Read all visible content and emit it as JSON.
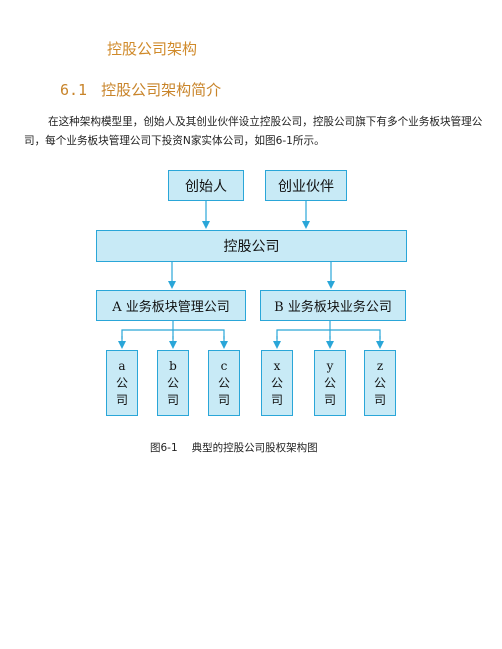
{
  "doc": {
    "title": "控股公司架构",
    "section_number": "6.1",
    "section_title": "控股公司架构简介",
    "paragraph": "在这种架构模型里，创始人及其创业伙伴设立控股公司，控股公司旗下有多个业务板块管理公司，每个业务板块管理公司下投资N家实体公司，如图6-1所示。"
  },
  "diagram": {
    "founder": "创始人",
    "partner": "创业伙伴",
    "holding": "控股公司",
    "mgmt_a": "A 业务板块管理公司",
    "mgmt_b": "B 业务板块业务公司",
    "entities": [
      {
        "letter": "a",
        "c1": "公",
        "c2": "司"
      },
      {
        "letter": "b",
        "c1": "公",
        "c2": "司"
      },
      {
        "letter": "c",
        "c1": "公",
        "c2": "司"
      },
      {
        "letter": "x",
        "c1": "公",
        "c2": "司"
      },
      {
        "letter": "y",
        "c1": "公",
        "c2": "司"
      },
      {
        "letter": "z",
        "c1": "公",
        "c2": "司"
      }
    ],
    "colors": {
      "fill": "#c8eaf6",
      "border": "#2aa6d8",
      "arrow": "#2aa6d8"
    }
  },
  "caption": {
    "figure": "图6-1",
    "text": "典型的控股公司股权架构图"
  }
}
